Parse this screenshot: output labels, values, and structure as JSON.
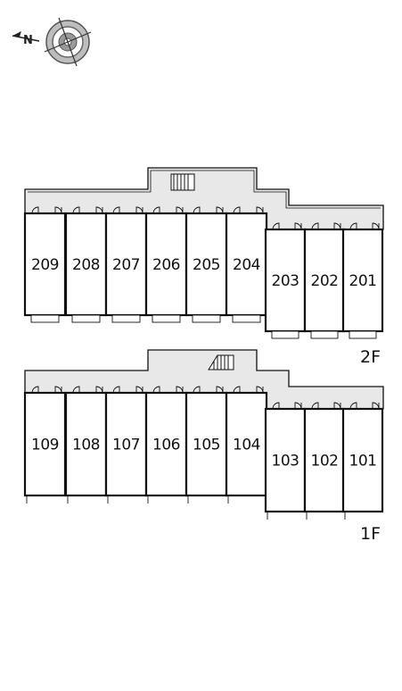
{
  "compass": {
    "north_label": "N",
    "icon": "compass-rose-icon"
  },
  "floors": [
    {
      "label": "2F",
      "units": [
        "209",
        "208",
        "207",
        "206",
        "205",
        "204",
        "203",
        "202",
        "201"
      ]
    },
    {
      "label": "1F",
      "units": [
        "109",
        "108",
        "107",
        "106",
        "105",
        "104",
        "103",
        "102",
        "101"
      ]
    }
  ],
  "colors": {
    "corridor": "#e8e8e8",
    "walls": "#111111",
    "background": "#ffffff"
  }
}
